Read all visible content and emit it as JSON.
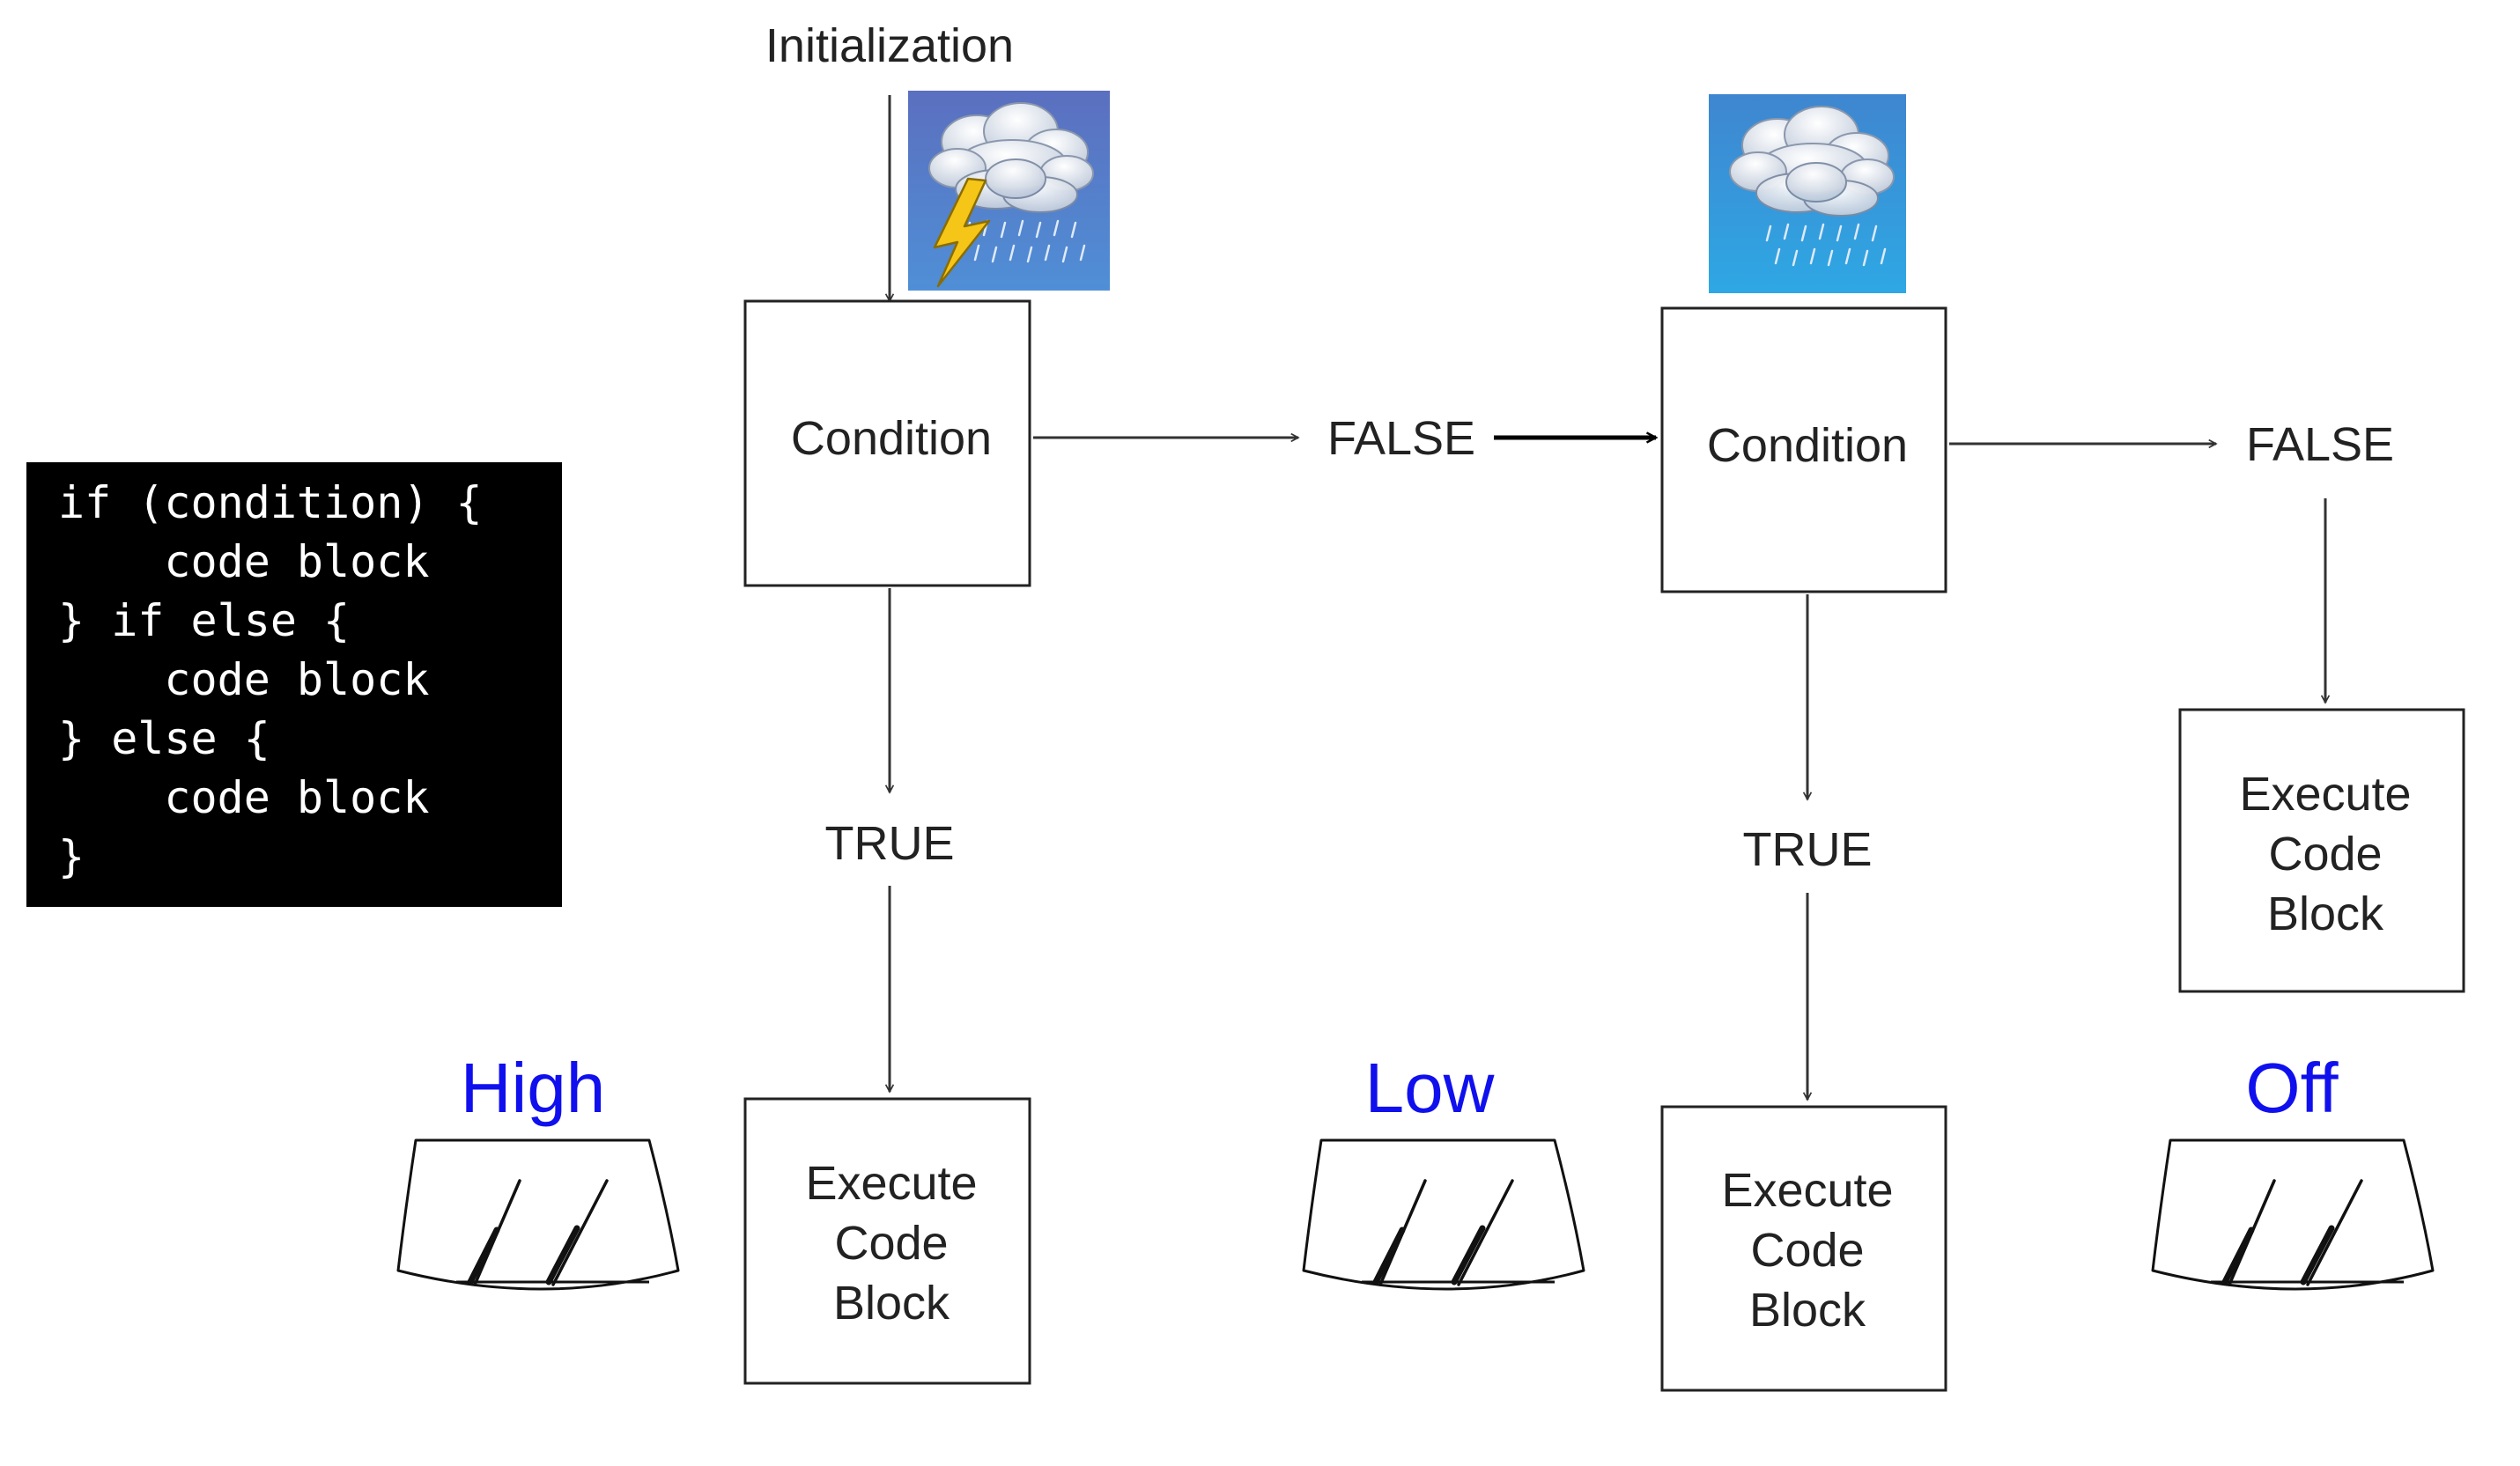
{
  "code_block": {
    "lines": [
      "if (condition) {",
      "    code block",
      "} if else {",
      "    code block",
      "} else {",
      "    code block",
      "}"
    ]
  },
  "flow": {
    "start_label": "Initialization",
    "condition_1": "Condition",
    "condition_2": "Condition",
    "false_1": "FALSE",
    "false_2": "FALSE",
    "true_1": "TRUE",
    "true_2": "TRUE",
    "execute_1": [
      "Execute",
      "Code",
      "Block"
    ],
    "execute_2": [
      "Execute",
      "Code",
      "Block"
    ],
    "execute_3": [
      "Execute",
      "Code",
      "Block"
    ]
  },
  "wiper_labels": {
    "high": "High",
    "low": "Low",
    "off": "Off"
  },
  "icons": {
    "weather_1": "thunderstorm-rain-icon",
    "weather_2": "rain-cloud-icon",
    "wiper": "windshield-wiper-icon"
  },
  "colors": {
    "label_blue": "#1010ee",
    "code_background": "#000000",
    "code_text": "#ffffff",
    "storm_sky_top": "#5b6fbf",
    "storm_sky_bottom": "#4f8fd6",
    "rain_sky_top": "#3f86d0",
    "rain_sky_bottom": "#2ea8e4",
    "lightning": "#f5c518"
  }
}
